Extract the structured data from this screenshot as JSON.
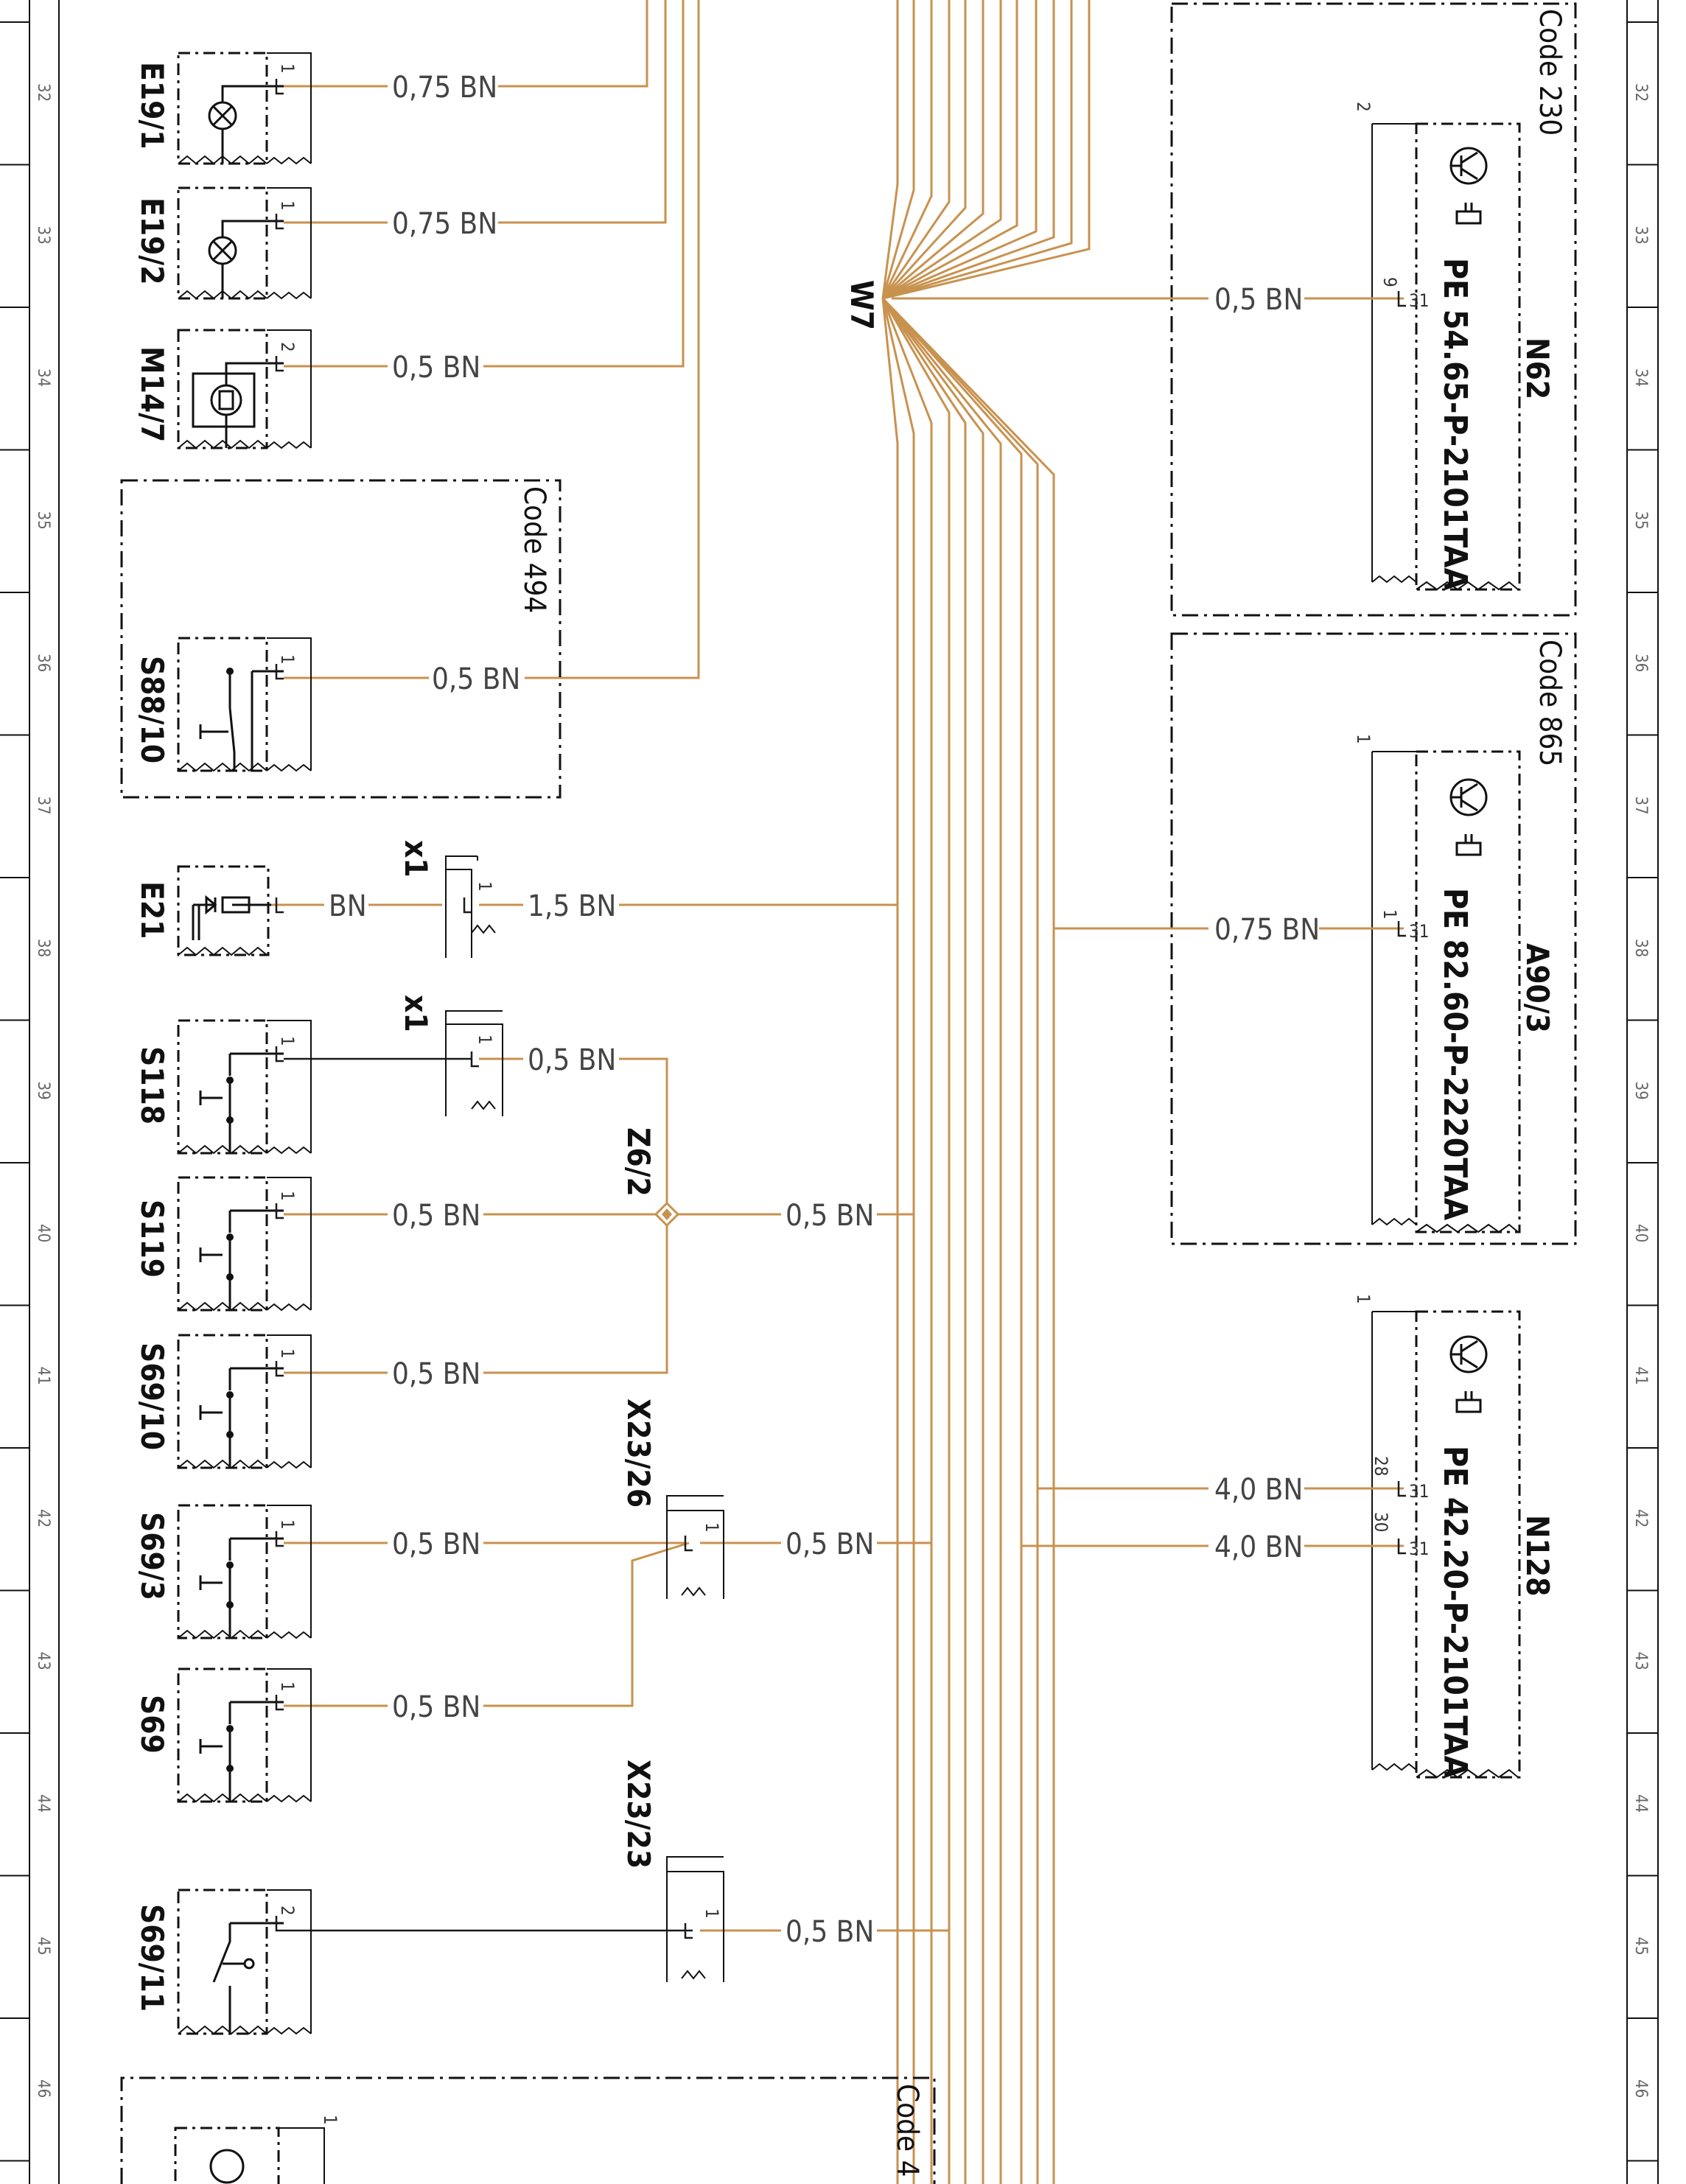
{
  "grid_labels": [
    "32",
    "33",
    "34",
    "35",
    "36",
    "37",
    "38",
    "39",
    "40",
    "41",
    "42",
    "43",
    "44",
    "45",
    "46"
  ],
  "harness_label": "W7",
  "splice_label": "Z6/2",
  "left_components": [
    {
      "id": "E19/1",
      "pin": "1",
      "wire": "0,75 BN"
    },
    {
      "id": "E19/2",
      "pin": "1",
      "wire": "0,75 BN"
    },
    {
      "id": "M14/7",
      "pin": "2",
      "wire": "0,5 BN"
    },
    {
      "id": "S88/10",
      "pin": "1",
      "wire": "0,5 BN"
    },
    {
      "id": "E21",
      "pin": "",
      "wire": "BN"
    },
    {
      "id": "S118",
      "pin": "1",
      "wire": ""
    },
    {
      "id": "S119",
      "pin": "1",
      "wire": "0,5 BN"
    },
    {
      "id": "S69/10",
      "pin": "1",
      "wire": "0,5 BN"
    },
    {
      "id": "S69/3",
      "pin": "1",
      "wire": "0,5 BN"
    },
    {
      "id": "S69",
      "pin": "1",
      "wire": "0,5 BN"
    },
    {
      "id": "S69/11",
      "pin": "2",
      "wire": ""
    }
  ],
  "connectors": [
    {
      "id": "x1",
      "pin": "1",
      "wire": "1,5 BN"
    },
    {
      "id": "x1",
      "pin": "1",
      "wire": "0,5 BN"
    },
    {
      "id": "X23/26",
      "pin": "1",
      "wire": "0,5 BN"
    },
    {
      "id": "X23/23",
      "pin": "1",
      "wire": "0,5 BN"
    }
  ],
  "splice_wire": "0,5 BN",
  "codes": [
    "Code 494",
    "Code 230",
    "Code 865",
    "Code 4"
  ],
  "right_components": [
    {
      "id": "N62",
      "pe": "PE 54.65-P-2101TAA",
      "pins": [
        "9",
        "31"
      ],
      "wire": "0,5 BN",
      "lead_pin": "2"
    },
    {
      "id": "A90/3",
      "pe": "PE 82.60-P-2220TAA",
      "pins": [
        "1",
        "31"
      ],
      "wire": "0,75 BN",
      "lead_pin": "1"
    },
    {
      "id": "N128",
      "pe": "PE 42.20-P-2101TAA",
      "pins": [
        "28",
        "31",
        "30",
        "31"
      ],
      "wires": [
        "4,0 BN",
        "4,0 BN"
      ],
      "lead_pin": "1"
    }
  ],
  "bottom_component": {
    "pin": "1"
  },
  "colors": {
    "wire": "#c8924f",
    "line": "#111111"
  }
}
